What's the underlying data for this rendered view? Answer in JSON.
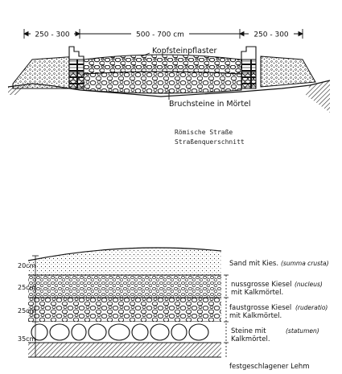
{
  "top_section": {
    "dim_left": "250 - 300",
    "dim_center": "500 - 700 cm",
    "dim_right": "250 - 300",
    "label_cobblestone": "Kopfsteinpflaster",
    "label_rubble": "Bruchsteine in Mörtel"
  },
  "caption": {
    "line1": "Römische Straße",
    "line2": "Straßenquerschnitt"
  },
  "layers": [
    {
      "depth": "20cm",
      "label": "Sand mit Kies.",
      "latin": "(summa crusta)"
    },
    {
      "depth": "25cm",
      "label": "nussgrosse Kiesel mit Kalkmörtel.",
      "label_l1": "nussgrosse Kiesel",
      "label_l2": "mit Kalkmörtel.",
      "latin": "(nucleus)"
    },
    {
      "depth": "25cm",
      "label": "faustgrosse Kiesel mit Kalkmörtel.",
      "label_l1": "faustgrosse Kiesel",
      "label_l2": "mit Kalkmörtel.",
      "latin": "(ruderatio)"
    },
    {
      "depth": "35cm",
      "label": "Steine mit Kalkmörtel.",
      "label_l1": "Steine mit",
      "label_l2": "Kalkmörtel.",
      "latin": "(statumen)"
    }
  ],
  "base_label": "festgeschlagener Lehm"
}
